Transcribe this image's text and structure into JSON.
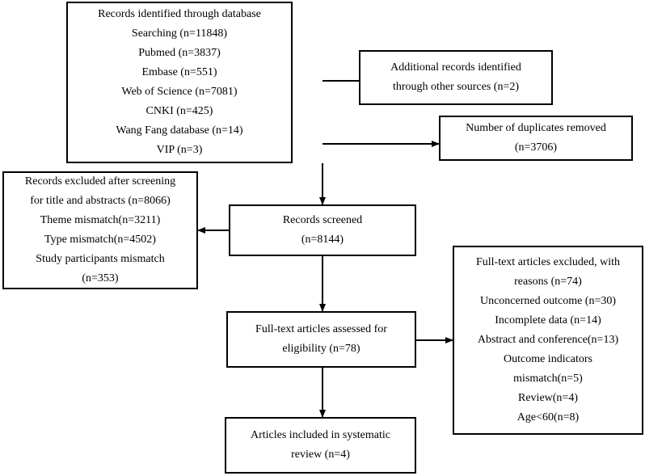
{
  "boxes": {
    "identified": [
      "Records identified through database",
      "Searching (n=11848)",
      "Pubmed (n=3837)",
      "Embase (n=551)",
      "Web of Science (n=7081)",
      "CNKI (n=425)",
      "Wang Fang database (n=14)",
      "VIP (n=3)"
    ],
    "additional": [
      "Additional records identified",
      "through other sources (n=2)"
    ],
    "duplicates": [
      "Number of duplicates removed",
      "(n=3706)"
    ],
    "excluded_screening": [
      "Records excluded after screening",
      "for title and abstracts (n=8066)",
      "Theme mismatch(n=3211)",
      "Type mismatch(n=4502)",
      "Study participants mismatch",
      "(n=353)"
    ],
    "screened": [
      "Records screened",
      "(n=8144)"
    ],
    "fulltext_excluded": [
      "Full-text articles excluded, with",
      "reasons (n=74)",
      "Unconcerned outcome (n=30)",
      "Incomplete data (n=14)",
      "Abstract and conference(n=13)",
      "Outcome indicators",
      "mismatch(n=5)",
      "Review(n=4)",
      "Age<60(n=8)"
    ],
    "fulltext_assessed": [
      "Full-text articles assessed for",
      "eligibility (n=78)"
    ],
    "included": [
      "Articles included in systematic",
      "review (n=4)"
    ]
  }
}
